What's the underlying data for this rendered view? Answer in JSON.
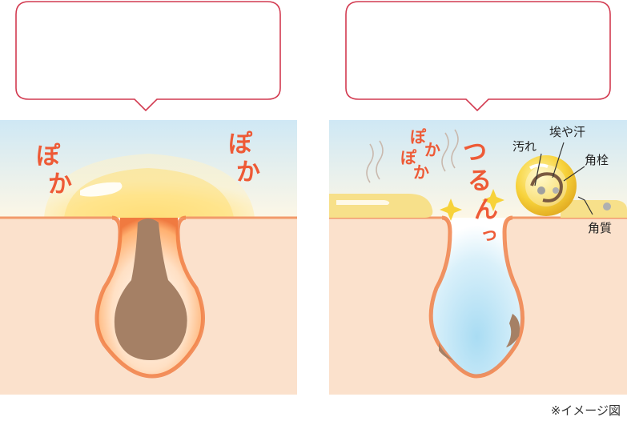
{
  "left_panel": {
    "callout_text": "",
    "onomatopoeia_left": [
      "ぽ",
      "か"
    ],
    "onomatopoeia_right": [
      "ぽ",
      "か"
    ]
  },
  "right_panel": {
    "callout_text": "",
    "onomatopoeia_stack": [
      "ぽ",
      "か",
      "ぽ",
      "か"
    ],
    "slip_word": [
      "つ",
      "る",
      "ん",
      "っ"
    ],
    "labels": {
      "dirt": "汚れ",
      "dust_sweat": "埃や汗",
      "keratin_plug": "角栓",
      "keratin": "角質"
    }
  },
  "footnote": "※イメージ図",
  "colors": {
    "callout_border": "#d23a50",
    "sky_top": "#cfe8f5",
    "sky_bottom": "#fdf7e6",
    "skin": "#fbe1cc",
    "skin_edge": "#f07a40",
    "onomatopoeia": "#ee5a36",
    "plug": "#a58065",
    "clean_pore": "#bfe4f5"
  }
}
